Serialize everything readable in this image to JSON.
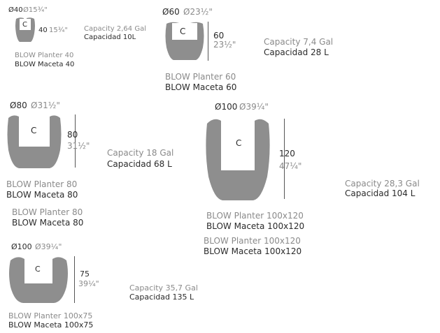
{
  "colors": {
    "pot_fill": "#8e8e8e",
    "label_gray": "#8a8a8a",
    "label_dark": "#2a2a2a"
  },
  "planters": [
    {
      "id": "p40",
      "diameter": {
        "metric": "Ø40",
        "imperial": "Ø15¾\""
      },
      "height": {
        "metric": "40",
        "imperial": "15¾\""
      },
      "cushion_mark": "C",
      "capacity_en": "Capacity 2,64 Gal",
      "capacity_es": "Capacidad 10L",
      "name_en": "BLOW Planter 40",
      "name_es": "BLOW Maceta 40"
    },
    {
      "id": "p60",
      "diameter": {
        "metric": "Ø60",
        "imperial": "Ø23½\""
      },
      "height": {
        "metric": "60",
        "imperial": "23½\""
      },
      "cushion_mark": "C",
      "capacity_en": "Capacity 7,4 Gal",
      "capacity_es": "Capacidad 28 L",
      "name_en": "BLOW Planter 60",
      "name_es": "BLOW Maceta 60"
    },
    {
      "id": "p80",
      "diameter": {
        "metric": "Ø80",
        "imperial": "Ø31½\""
      },
      "height": {
        "metric": "80",
        "imperial": "31½\""
      },
      "cushion_mark": "C",
      "capacity_en": "Capacity 18 Gal",
      "capacity_es": "Capacidad 68 L",
      "name_en": "BLOW Planter 80",
      "name_es": "BLOW Maceta 80",
      "name_en_repeat": "BLOW Planter 80",
      "name_es_repeat": "BLOW Maceta 80"
    },
    {
      "id": "p100x120",
      "diameter": {
        "metric": "Ø100",
        "imperial": "Ø39¼\""
      },
      "height": {
        "metric": "120",
        "imperial": "47¼\""
      },
      "cushion_mark": "C",
      "capacity_en": "Capacity 28,3 Gal",
      "capacity_es": "Capacidad 104 L",
      "name_en": "BLOW Planter 100x120",
      "name_es": "BLOW Maceta 100x120",
      "name_en_repeat": "BLOW Planter 100x120",
      "name_es_repeat": "BLOW Maceta 100x120"
    },
    {
      "id": "p100x75",
      "diameter": {
        "metric": "Ø100",
        "imperial": "Ø39¼\""
      },
      "height": {
        "metric": "75",
        "imperial": "39¼\""
      },
      "cushion_mark": "C",
      "capacity_en": "Capacity 35,7 Gal",
      "capacity_es": "Capacidad 135 L",
      "name_en": "BLOW Planter 100x75",
      "name_es": "BLOW Maceta 100x75"
    }
  ]
}
